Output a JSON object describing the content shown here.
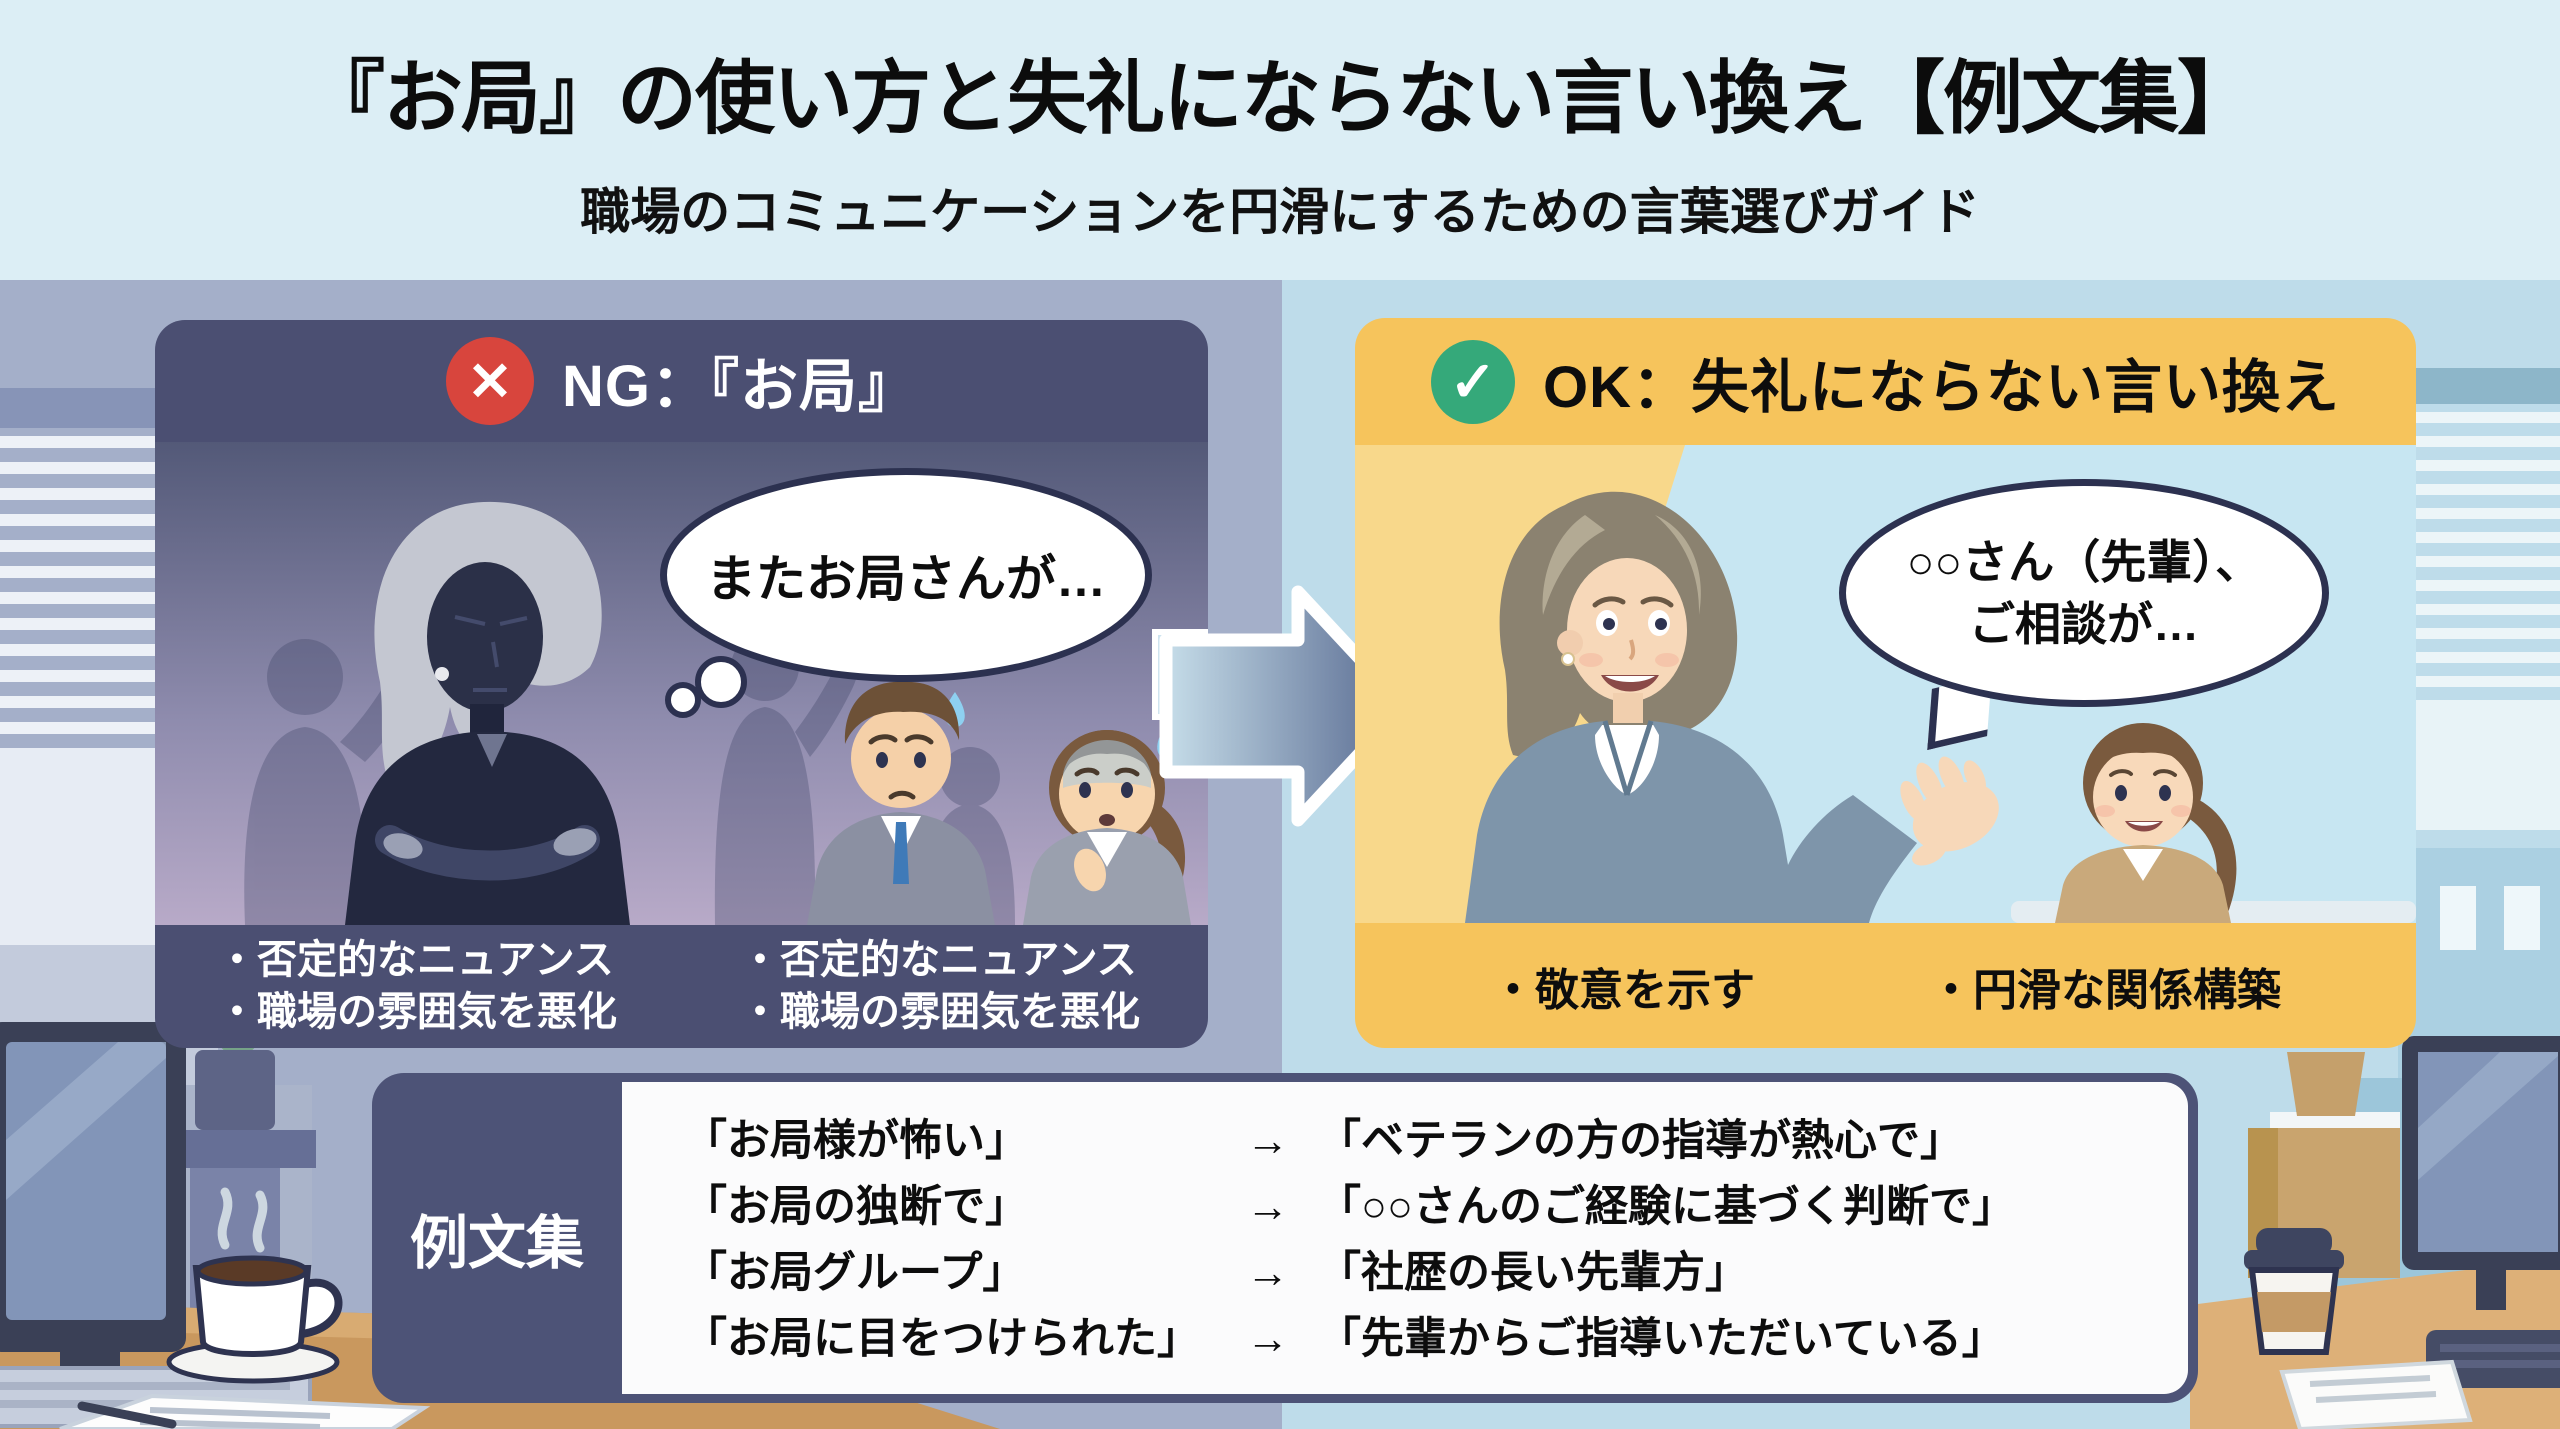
{
  "page": {
    "title": "『お局』の使い方と失礼にならない言い換え【例文集】",
    "subtitle": "職場のコミュニケーションを円滑にするための言葉選びガイド"
  },
  "ng_panel": {
    "badge_glyph": "✕",
    "heading": "NG：『お局』",
    "bubble_text": "またお局さんが…",
    "bullets_left": [
      "・否定的なニュアンス",
      "・職場の雰囲気を悪化"
    ],
    "bullets_right": [
      "・否定的なニュアンス",
      "・職場の雰囲気を悪化"
    ]
  },
  "ok_panel": {
    "badge_glyph": "✓",
    "heading": "OK：失礼にならない言い換え",
    "bubble_line1": "○○さん（先輩）、",
    "bubble_line2": "ご相談が…",
    "bullets": [
      "・敬意を示す",
      "・円滑な関係構築"
    ]
  },
  "examples": {
    "label": "例文集",
    "rows": [
      {
        "ng": "「お局様が怖い」",
        "arrow": "→",
        "ok": "「ベテランの方の指導が熱心で」"
      },
      {
        "ng": "「お局の独断で」",
        "arrow": "→",
        "ok": "「○○さんのご経験に基づく判断で」"
      },
      {
        "ng": "「お局グループ」",
        "arrow": "→",
        "ok": "「社歴の長い先輩方」"
      },
      {
        "ng": "「お局に目をつけられた」",
        "arrow": "→",
        "ok": "「先輩からご指導いただいている」"
      }
    ]
  },
  "colors": {
    "header_strip": "#dceef5",
    "bg_left": "#a4afc9",
    "bg_right": "#bedcea",
    "ng_header": "#4b4f72",
    "ng_cross_red": "#d8453d",
    "ok_header_yellow": "#f6c45c",
    "ok_check_green": "#35a97a",
    "bubble_border": "#2c3150",
    "examples_box_navy": "#4d5377"
  }
}
